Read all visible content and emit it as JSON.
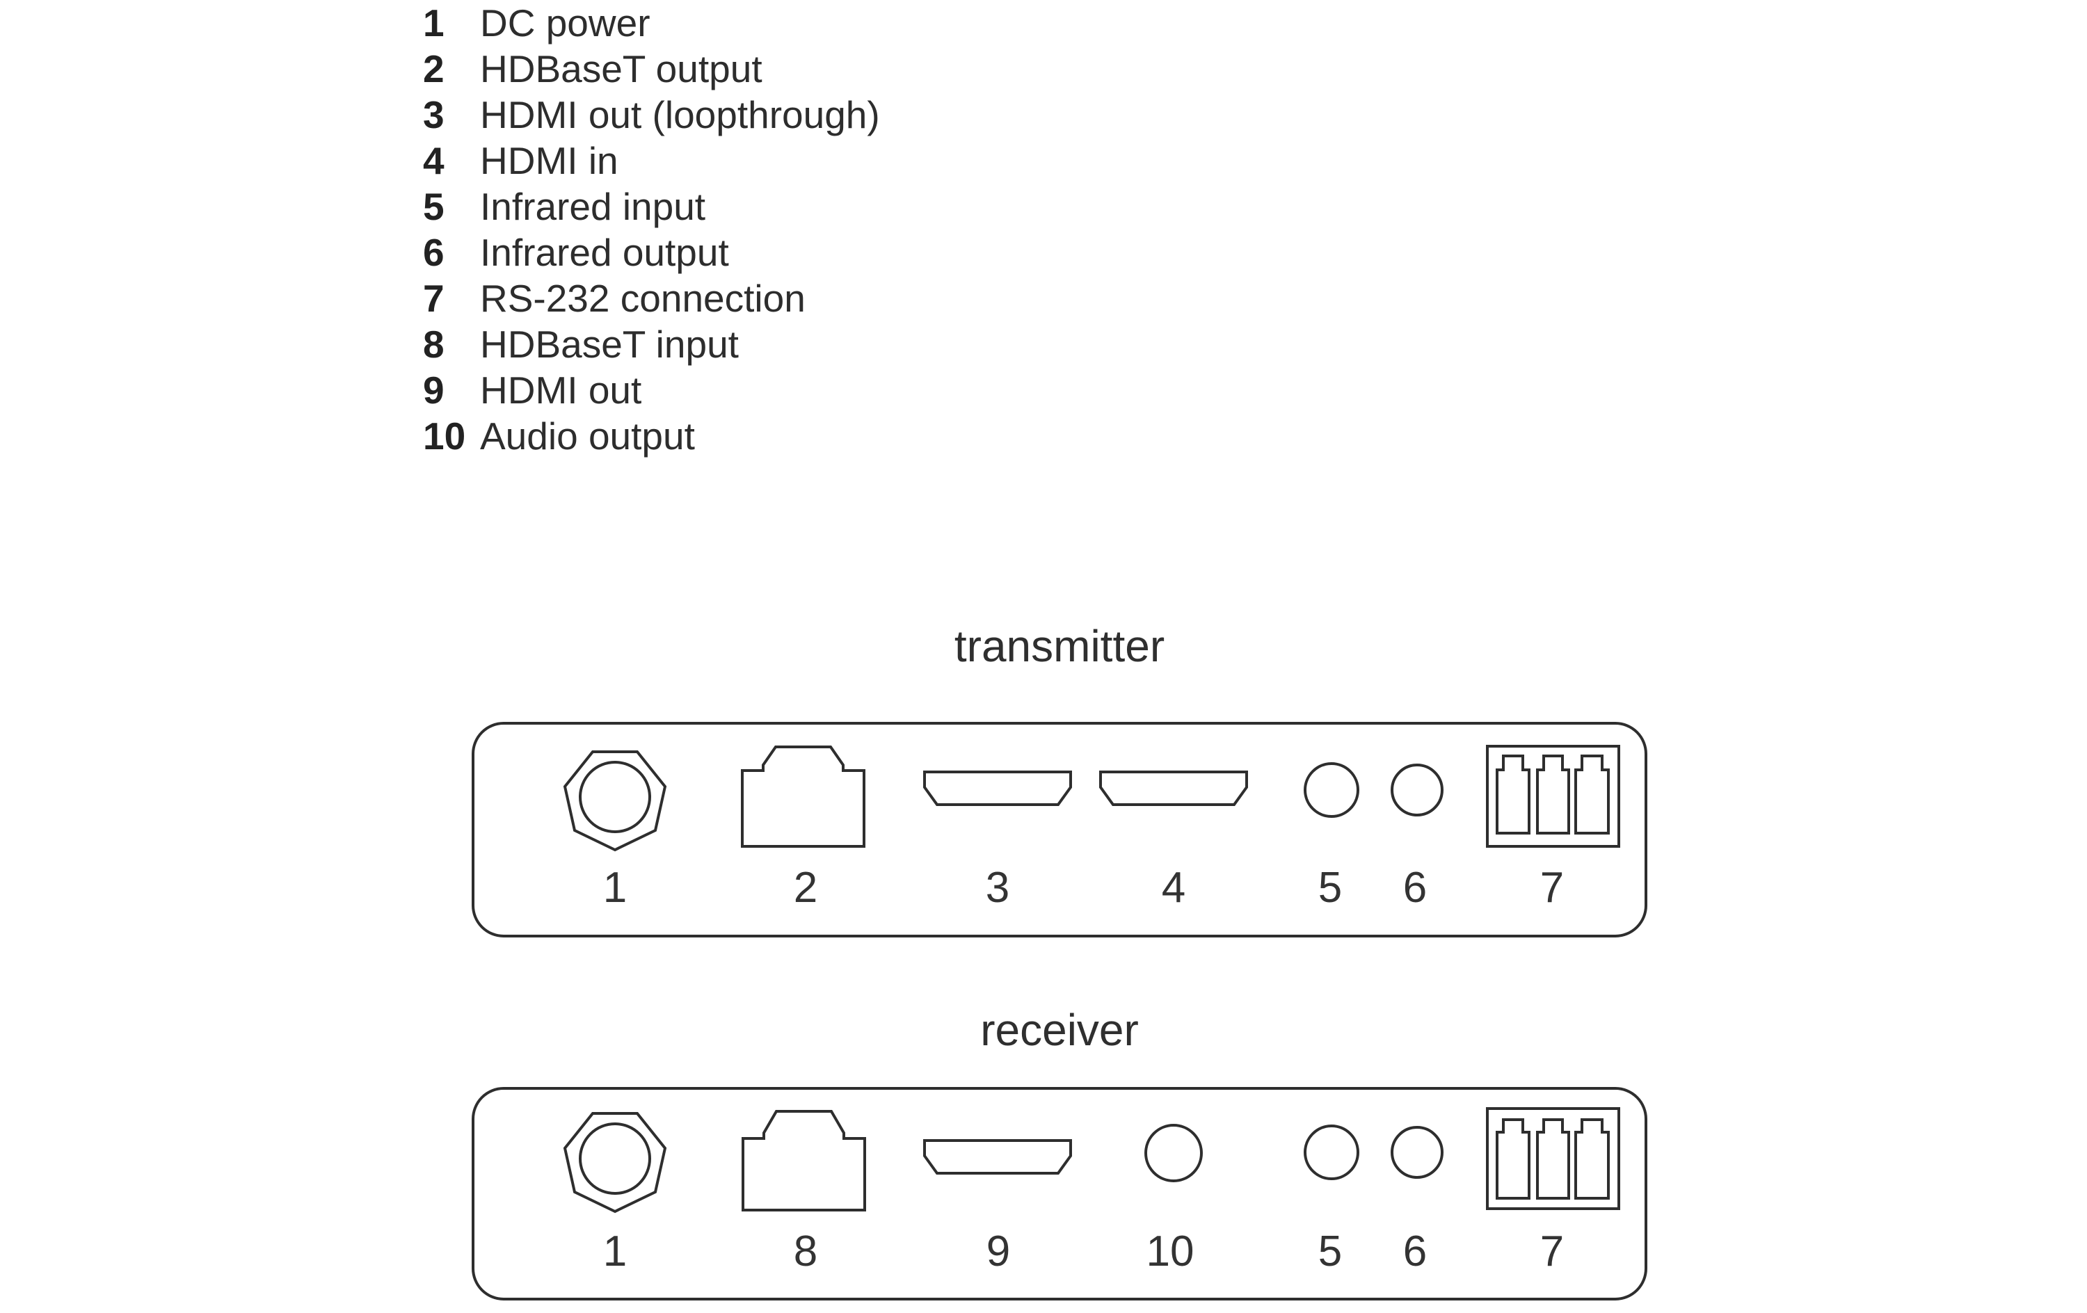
{
  "colors": {
    "ink": "#2e2e2e",
    "legend_number": "#222222",
    "legend_text": "#2d2d2d",
    "background": "#ffffff"
  },
  "legend": {
    "items": [
      {
        "num": "1",
        "label": "DC power"
      },
      {
        "num": "2",
        "label": "HDBaseT output"
      },
      {
        "num": "3",
        "label": "HDMI out (loopthrough)"
      },
      {
        "num": "4",
        "label": "HDMI in"
      },
      {
        "num": "5",
        "label": "Infrared input"
      },
      {
        "num": "6",
        "label": "Infrared output"
      },
      {
        "num": "7",
        "label": "RS-232 connection"
      },
      {
        "num": "8",
        "label": "HDBaseT input"
      },
      {
        "num": "9",
        "label": "HDMI out"
      },
      {
        "num": "10",
        "label": "Audio output"
      }
    ]
  },
  "transmitter": {
    "title": "transmitter",
    "ports": [
      {
        "num": "1",
        "icon": "dc-power-jack"
      },
      {
        "num": "2",
        "icon": "ethernet-hdbaset-port"
      },
      {
        "num": "3",
        "icon": "hdmi-port"
      },
      {
        "num": "4",
        "icon": "hdmi-port"
      },
      {
        "num": "5",
        "icon": "infrared-round-jack"
      },
      {
        "num": "6",
        "icon": "infrared-round-jack"
      },
      {
        "num": "7",
        "icon": "terminal-block-3pin"
      }
    ]
  },
  "receiver": {
    "title": "receiver",
    "ports": [
      {
        "num": "1",
        "icon": "dc-power-jack"
      },
      {
        "num": "8",
        "icon": "ethernet-hdbaset-port"
      },
      {
        "num": "9",
        "icon": "hdmi-port"
      },
      {
        "num": "10",
        "icon": "audio-round-jack"
      },
      {
        "num": "5",
        "icon": "infrared-round-jack"
      },
      {
        "num": "6",
        "icon": "infrared-round-jack"
      },
      {
        "num": "7",
        "icon": "terminal-block-3pin"
      }
    ]
  }
}
